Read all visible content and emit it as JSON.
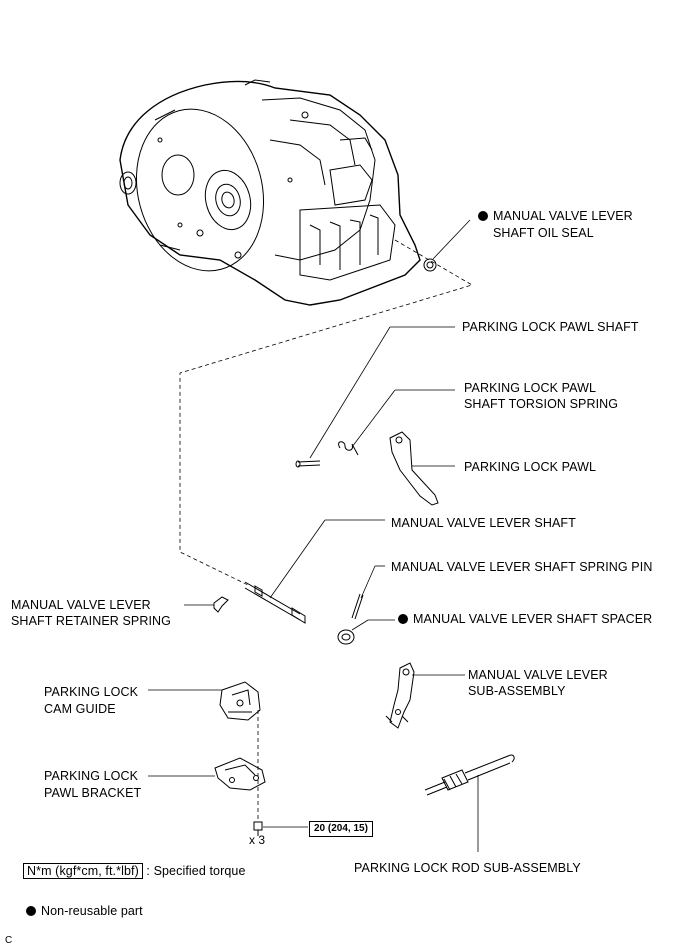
{
  "labels": {
    "oil_seal_1": "MANUAL VALVE LEVER",
    "oil_seal_2": "SHAFT OIL SEAL",
    "pawl_shaft": "PARKING LOCK PAWL SHAFT",
    "torsion_spring_1": "PARKING LOCK PAWL",
    "torsion_spring_2": "SHAFT TORSION SPRING",
    "pawl": "PARKING LOCK PAWL",
    "lever_shaft": "MANUAL VALVE LEVER SHAFT",
    "spring_pin": "MANUAL VALVE LEVER SHAFT SPRING PIN",
    "retainer_1": "MANUAL VALVE LEVER",
    "retainer_2": "SHAFT RETAINER SPRING",
    "spacer": "MANUAL VALVE LEVER SHAFT SPACER",
    "cam_guide_1": "PARKING LOCK",
    "cam_guide_2": "CAM GUIDE",
    "lever_sub_1": "MANUAL VALVE LEVER",
    "lever_sub_2": "SUB-ASSEMBLY",
    "pawl_bracket_1": "PARKING LOCK",
    "pawl_bracket_2": "PAWL BRACKET",
    "lock_rod": "PARKING LOCK ROD SUB-ASSEMBLY"
  },
  "torque": {
    "value": "20 (204, 15)",
    "quantity": "x 3"
  },
  "legend": {
    "torque_units": "N*m (kgf*cm, ft.*lbf)",
    "torque_text": ": Specified torque",
    "non_reusable": "Non-reusable part"
  },
  "corner_mark": "C"
}
